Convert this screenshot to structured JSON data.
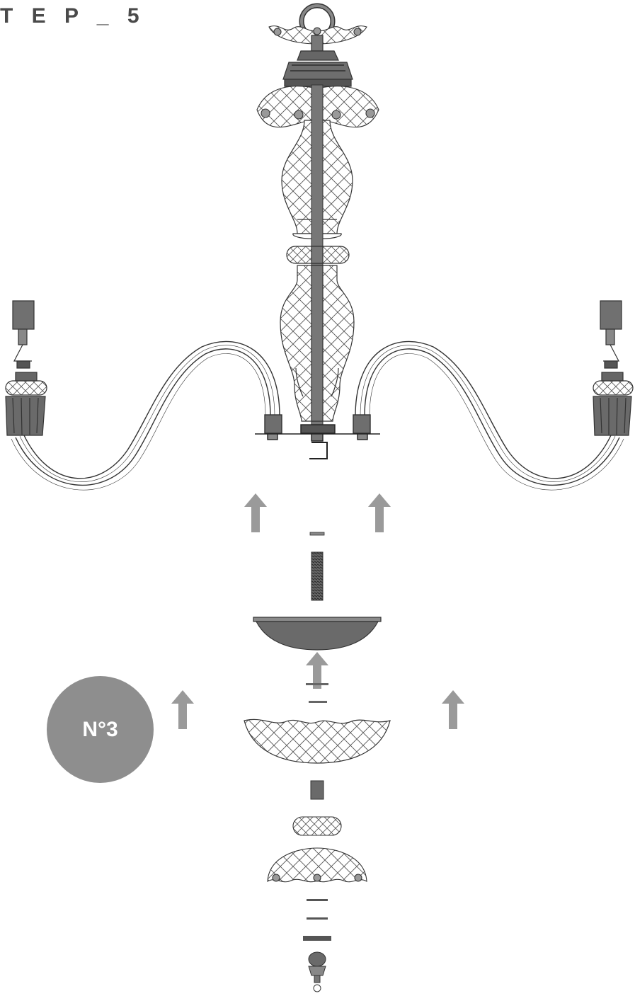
{
  "header": {
    "title": "T E P _ 5"
  },
  "badge": {
    "label": "N°3"
  },
  "colors": {
    "metal": "#7a7a7a",
    "dark": "#4a4a4a",
    "arrow": "#9a9a9a",
    "badge": "#8e8e8e",
    "line": "#333333"
  },
  "parts": [
    "ceiling-ring",
    "top-crystal-bobeche",
    "crown-cap",
    "upper-crystal-bobeche",
    "upper-crystal-column",
    "middle-crystal-ring",
    "lower-crystal-column",
    "left-arm",
    "right-arm",
    "mounting-plate",
    "washer",
    "threaded-rod",
    "metal-bowl",
    "ring-spacer",
    "crystal-bowl",
    "crystal-tube",
    "crystal-ring",
    "crystal-bobeche",
    "finial"
  ],
  "arrows": [
    "up",
    "up",
    "up",
    "up",
    "up"
  ]
}
